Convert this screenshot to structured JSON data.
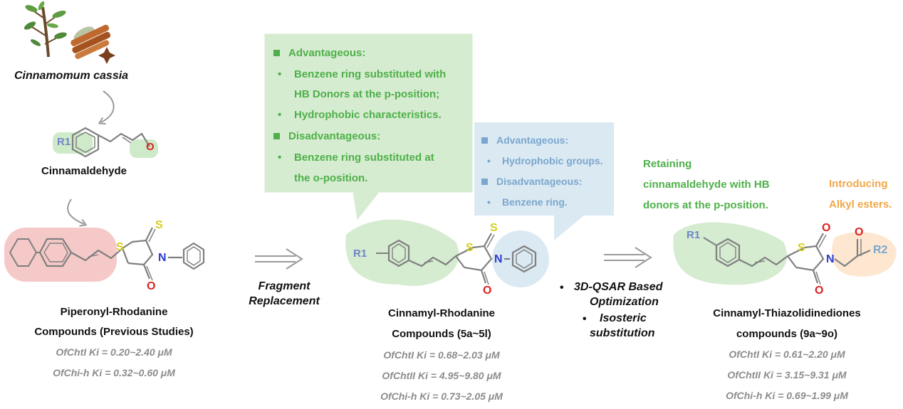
{
  "source": {
    "plant": "Cinnamomum cassia",
    "aldehyde": "Cinnamaldehyde"
  },
  "atoms": {
    "r1": "R1",
    "o": "O",
    "s": "S",
    "n": "N",
    "r2": "R2"
  },
  "compound1": {
    "name_line1": "Piperonyl-Rhodanine",
    "name_line2": "Compounds (Previous Studies)",
    "ki1": "OfChtI Ki = 0.20~2.40 μM",
    "ki2": "OfChi-h Ki = 0.32~0.60 μM"
  },
  "compound2": {
    "name_line1": "Cinnamyl-Rhodanine",
    "name_line2": "Compounds (5a~5l)",
    "ki1": "OfChtI Ki = 0.68~2.03 μM",
    "ki2": "OfChtII Ki = 4.95~9.80 μM",
    "ki3": "OfChi-h Ki = 0.73~2.05 μM"
  },
  "compound3": {
    "name_line1": "Cinnamyl-Thiazolidinediones",
    "name_line2": "compounds (9a~9o)",
    "ki1": "OfChtI Ki = 0.61~2.20 μM",
    "ki2": "OfChtII Ki = 3.15~9.31 μM",
    "ki3": "OfChi-h Ki = 0.69~1.99 μM"
  },
  "arrow1": {
    "line1": "Fragment",
    "line2": "Replacement"
  },
  "arrow2": {
    "bullet1_line1": "3D-QSAR Based",
    "bullet1_line2": "Optimization",
    "bullet2_line1": "Isosteric",
    "bullet2_line2": "substitution"
  },
  "green_box": {
    "adv_title": "Advantageous:",
    "adv_item1_line1": "Benzene ring substituted with",
    "adv_item1_line2": "HB Donors at the p-position;",
    "adv_item2": "Hydrophobic characteristics.",
    "dis_title": "Disadvantageous:",
    "dis_item1_line1": "Benzene ring substituted at",
    "dis_item1_line2": "the o-position."
  },
  "blue_box": {
    "adv_title": "Advantageous:",
    "adv_item": "Hydrophobic groups.",
    "dis_title": "Disadvantageous:",
    "dis_item": "Benzene ring."
  },
  "retaining": {
    "line1": "Retaining",
    "line2": "cinnamaldehyde with HB",
    "line3": "donors at the p-position."
  },
  "introducing": {
    "line1": "Introducing",
    "line2": "Alkyl esters."
  },
  "colors": {
    "green_text": "#4fb04a",
    "green_fill": "#d5ecd0",
    "blue_text": "#7aa7cd",
    "blue_fill": "#dbe9f3",
    "orange_text": "#f0a848",
    "orange_fill": "#fde7d1",
    "pink_fill": "#f6c9c9",
    "sulfur": "#d6cf1a",
    "oxygen": "#e02020",
    "nitrogen": "#2a3bd0",
    "bond": "#7f7f7f"
  },
  "icons": {
    "plant": "cinnamon-plant-icon",
    "spice": "cinnamon-sticks-icon"
  }
}
